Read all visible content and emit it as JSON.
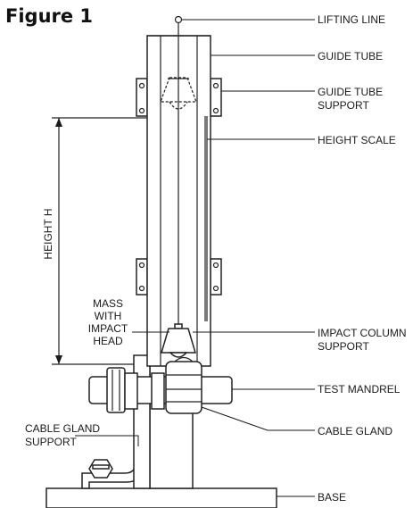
{
  "figure": {
    "title": "Figure 1"
  },
  "labels": {
    "lifting_line": "LIFTING LINE",
    "guide_tube": "GUIDE TUBE",
    "guide_tube_support_1": "GUIDE TUBE",
    "guide_tube_support_2": "SUPPORT",
    "height_scale": "HEIGHT SCALE",
    "height": "HEIGHT H",
    "mass_1": "MASS",
    "mass_2": "WITH",
    "mass_3": "IMPACT",
    "mass_4": "HEAD",
    "impact_column_support_1": "IMPACT COLUMN",
    "impact_column_support_2": "SUPPORT",
    "test_mandrel": "TEST MANDREL",
    "cable_gland": "CABLE GLAND",
    "cable_gland_support_1": "CABLE GLAND",
    "cable_gland_support_2": "SUPPORT",
    "base": "BASE"
  },
  "colors": {
    "ink": "#1a1a1a",
    "background": "#ffffff"
  }
}
